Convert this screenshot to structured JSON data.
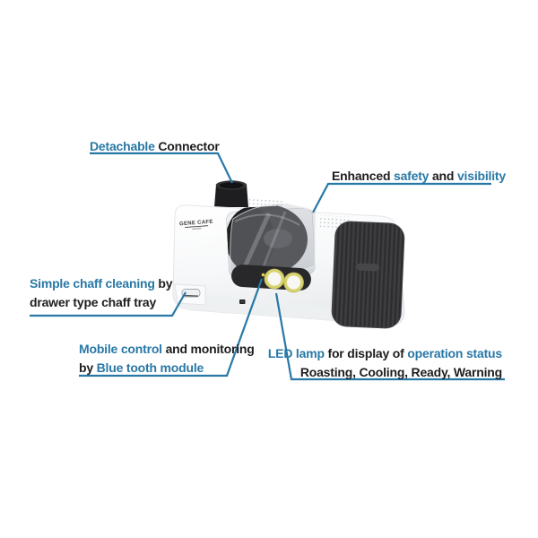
{
  "page": {
    "background": "#ffffff"
  },
  "colors": {
    "accent": "#2878a6",
    "text": "#1d1d1f",
    "leader_line": "#2878a6",
    "machine_body": "#f7f8f9",
    "grille": "#39393b",
    "knob_ring": "#d9d36c"
  },
  "product": {
    "brand": "GENE CAFE"
  },
  "ann": {
    "detachable": {
      "a1": "Detachable",
      "b1": " Connector"
    },
    "enhanced": {
      "b1": "Enhanced ",
      "a1": "safety",
      "b2": " and ",
      "a2": "visibility"
    },
    "chaff": {
      "a1": "Simple chaff cleaning",
      "b1": " by",
      "line2": "drawer type chaff tray"
    },
    "mobile": {
      "a1": "Mobile control",
      "b1": " and monitoring",
      "b2": "by ",
      "a2": "Blue tooth module"
    },
    "led": {
      "a1": "LED lamp",
      "b1": " for display of ",
      "a2": "operation status",
      "line2": "Roasting, Cooling, Ready, Warning"
    }
  }
}
